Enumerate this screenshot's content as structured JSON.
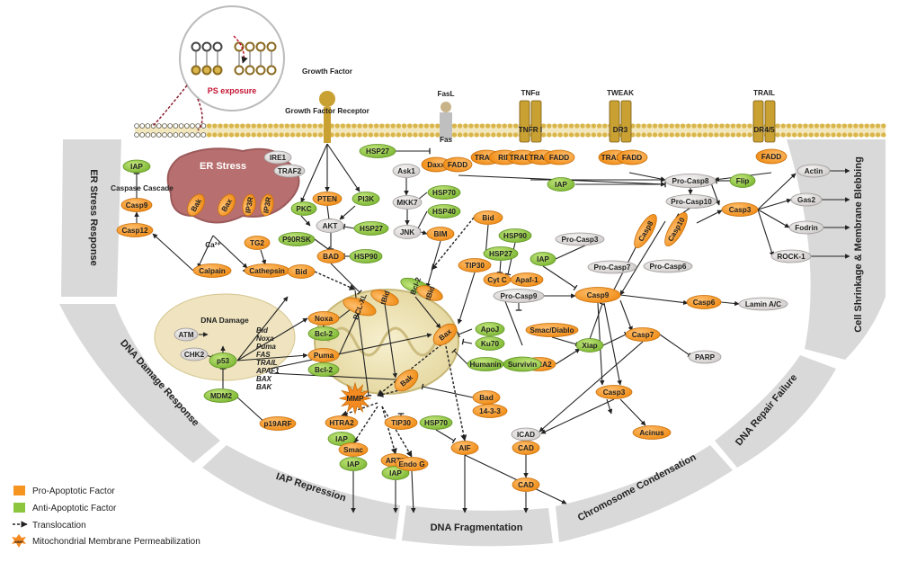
{
  "colors": {
    "pro": "#f5941f",
    "anti": "#8cc63f",
    "neutral": "#e2dedd",
    "band": "#d9d9d9",
    "er": "#b76f6f",
    "membrane": "#e8cf86"
  },
  "sections": {
    "er_stress_response": "ER Stress Response",
    "dna_damage_response": "DNA Damage Response",
    "iap_repression": "IAP Repression",
    "dna_fragmentation": "DNA Fragmentation",
    "chromosome_condensation": "Chromosome Condensation",
    "dna_repair_failure": "DNA Repair Failure",
    "cell_shrinkage": "Cell Shrinkage & Membrane Blebbing"
  },
  "receptors": {
    "growth_factor": "Growth Factor",
    "growth_factor_receptor": "Growth Factor Receptor",
    "fasl": "FasL",
    "fas": "Fas",
    "tnfa": "TNFα",
    "tnfr1": "TNFR I",
    "tweak": "TWEAK",
    "dr3": "DR3",
    "trail": "TRAIL",
    "dr45": "DR4/5"
  },
  "ps_exposure": "PS exposure",
  "er_stress": "ER Stress",
  "dna_damage": "DNA Damage",
  "caspase_cascade": "Caspase Cascade",
  "ca": "Ca²⁺",
  "p53_targets": [
    "Bid",
    "Noxa",
    "Puma",
    "FAS",
    "TRAIL",
    "APAF1",
    "BAX",
    "BAK"
  ],
  "nodes": {
    "iap_er": "IAP",
    "casp9_er": "Casp9",
    "casp12": "Casp12",
    "calpain": "Calpain",
    "cathepsin": "Cathepsin",
    "bak_er": "Bak",
    "bax_er": "Bax",
    "ip3r1": "IP3R",
    "ip3r2": "IP3R",
    "ire1": "IRE1",
    "traf2_er": "TRAF2",
    "tg2": "TG2",
    "pten": "PTEN",
    "pkc": "PKC",
    "pi3k": "PI3K",
    "akt": "AKT",
    "hsp27_akt": "HSP27",
    "p90rsk": "P90RSK",
    "bad_akt": "BAD",
    "hsp90_akt": "HSP90",
    "bid_mid": "Bid",
    "hsp27_top": "HSP27",
    "ask1": "Ask1",
    "daxx": "Daxx",
    "fadd_fas": "FADD",
    "mkk7": "MKK7",
    "jnk": "JNK",
    "hsp70_top": "HSP70",
    "hsp40": "HSP40",
    "bim": "BIM",
    "traf2_tnf": "TRAF2",
    "rip": "RIP",
    "tradd_tnf": "TRADD",
    "tradd_tnf2": "TRADD",
    "fadd_tnf": "FADD",
    "tradd_dr3": "TRADD",
    "fadd_dr3": "FADD",
    "fadd_trail": "FADD",
    "iap_top": "IAP",
    "procasp8": "Pro-Casp8",
    "flip": "Flip",
    "procasp10": "Pro-Casp10",
    "casp8": "Casp8",
    "casp10": "Casp10",
    "casp3_top": "Casp3",
    "actin": "Actin",
    "gas2": "Gas2",
    "fodrin": "Fodrin",
    "rock1": "ROCK-1",
    "bid_right": "Bid",
    "hsp90_mid": "HSP90",
    "hsp27_mid": "HSP27",
    "iap_mid": "IAP",
    "procasp3": "Pro-Casp3",
    "procasp7": "Pro-Casp7",
    "procasp6": "Pro-Casp6",
    "tip30_top": "TIP30",
    "cytc": "Cyt C",
    "apaf1": "Apaf-1",
    "procasp9": "Pro-Casp9",
    "casp9": "Casp9",
    "casp6": "Casp6",
    "lamin": "Lamin A/C",
    "smac_diablo": "Smac/Diablo",
    "xiap": "Xiap",
    "htra2_right": "HTRA2",
    "casp7": "Casp7",
    "parp": "PARP",
    "casp3_low": "Casp3",
    "icad": "ICAD",
    "cad1": "CAD",
    "cad2": "CAD",
    "acinus": "Acinus",
    "apoj": "ApoJ",
    "ku70": "Ku70",
    "humanin": "Humanin",
    "survivin": "Survivin",
    "bad_low": "Bad",
    "p1433": "14-3-3",
    "bclxl": "BCL-XL",
    "tbid1": "tBid",
    "bcl2_mito": "Bcl-2",
    "tbid2": "tBid",
    "bax_mito": "Bax",
    "bak_mito": "Bak",
    "mmp": "MMP",
    "atm": "ATM",
    "chk2": "CHK2",
    "p53": "p53",
    "mdm2": "MDM2",
    "p19arf": "p19ARF",
    "noxa": "Noxa",
    "bcl2_a": "Bcl-2",
    "puma": "Puma",
    "bcl2_b": "Bcl-2",
    "htra2_low": "HTRA2",
    "iap_low1": "IAP",
    "smac": "Smac",
    "iap_low2": "IAP",
    "arts": "ARTS",
    "iap_low3": "IAP",
    "tip30_low": "TIP30",
    "hsp70_low": "HSP70",
    "aif": "AIF",
    "endog": "Endo G"
  },
  "legend": {
    "pro": "Pro-Apoptotic Factor",
    "anti": "Anti-Apoptotic Factor",
    "translocation": "Translocation",
    "mmp": "Mitochondrial Membrane Permeabilization",
    "mmp_icon": "MMP"
  }
}
